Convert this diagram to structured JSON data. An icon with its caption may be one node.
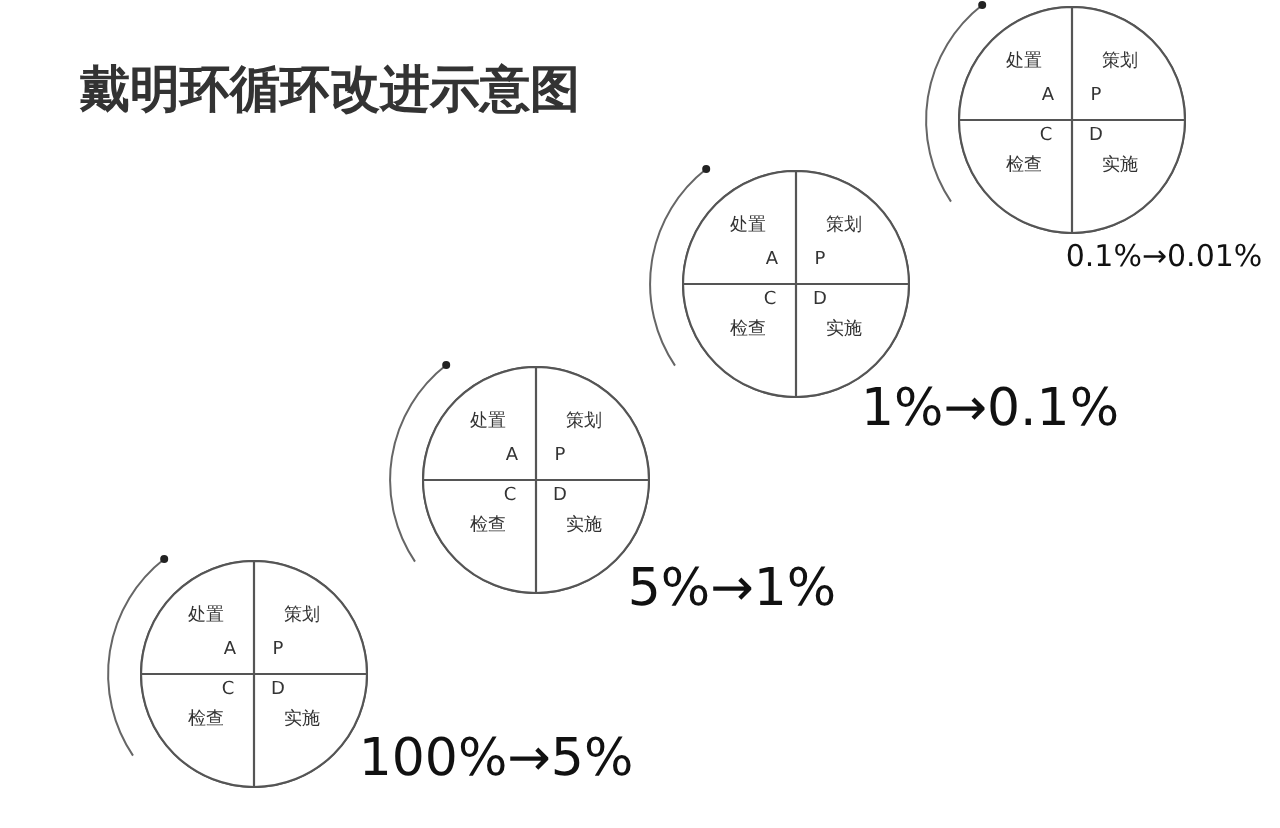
{
  "diagram": {
    "title": "戴明环循环改进示意图",
    "nodes": [
      {
        "text": [],
        "shape": "circle",
        "beside": [
          "100%→5%"
        ]
      },
      {
        "text": [
          "处置",
          "A"
        ],
        "in": 0
      },
      {
        "text": [
          "策划",
          "P"
        ],
        "in": 0
      },
      {
        "text": [
          "C",
          "检查"
        ],
        "in": 0
      },
      {
        "text": [
          "D",
          "实施"
        ],
        "in": 0
      },
      {
        "text": [],
        "shape": "circle",
        "beside": [
          "5%→1%"
        ]
      },
      {
        "text": [
          "处置",
          "A"
        ],
        "in": 5
      },
      {
        "text": [
          "策划",
          "P"
        ],
        "in": 5
      },
      {
        "text": [
          "C",
          "检查"
        ],
        "in": 5
      },
      {
        "text": [
          "D",
          "实施"
        ],
        "in": 5
      },
      {
        "text": [],
        "shape": "circle",
        "beside": [
          "1%→0.1%"
        ]
      },
      {
        "text": [
          "处置",
          "A"
        ],
        "in": 10
      },
      {
        "text": [
          "策划",
          "P"
        ],
        "in": 10
      },
      {
        "text": [
          "C",
          "检查"
        ],
        "in": 10
      },
      {
        "text": [
          "D",
          "实施"
        ],
        "in": 10
      },
      {
        "text": [],
        "shape": "circle",
        "beside": [
          "0.1%→0.01%"
        ]
      },
      {
        "text": [
          "处置",
          "A"
        ],
        "in": 15
      },
      {
        "text": [
          "策划",
          "P"
        ],
        "in": 15
      },
      {
        "text": [
          "C",
          "检查"
        ],
        "in": 15
      },
      {
        "text": [
          "D",
          "实施"
        ],
        "in": 15
      }
    ]
  }
}
